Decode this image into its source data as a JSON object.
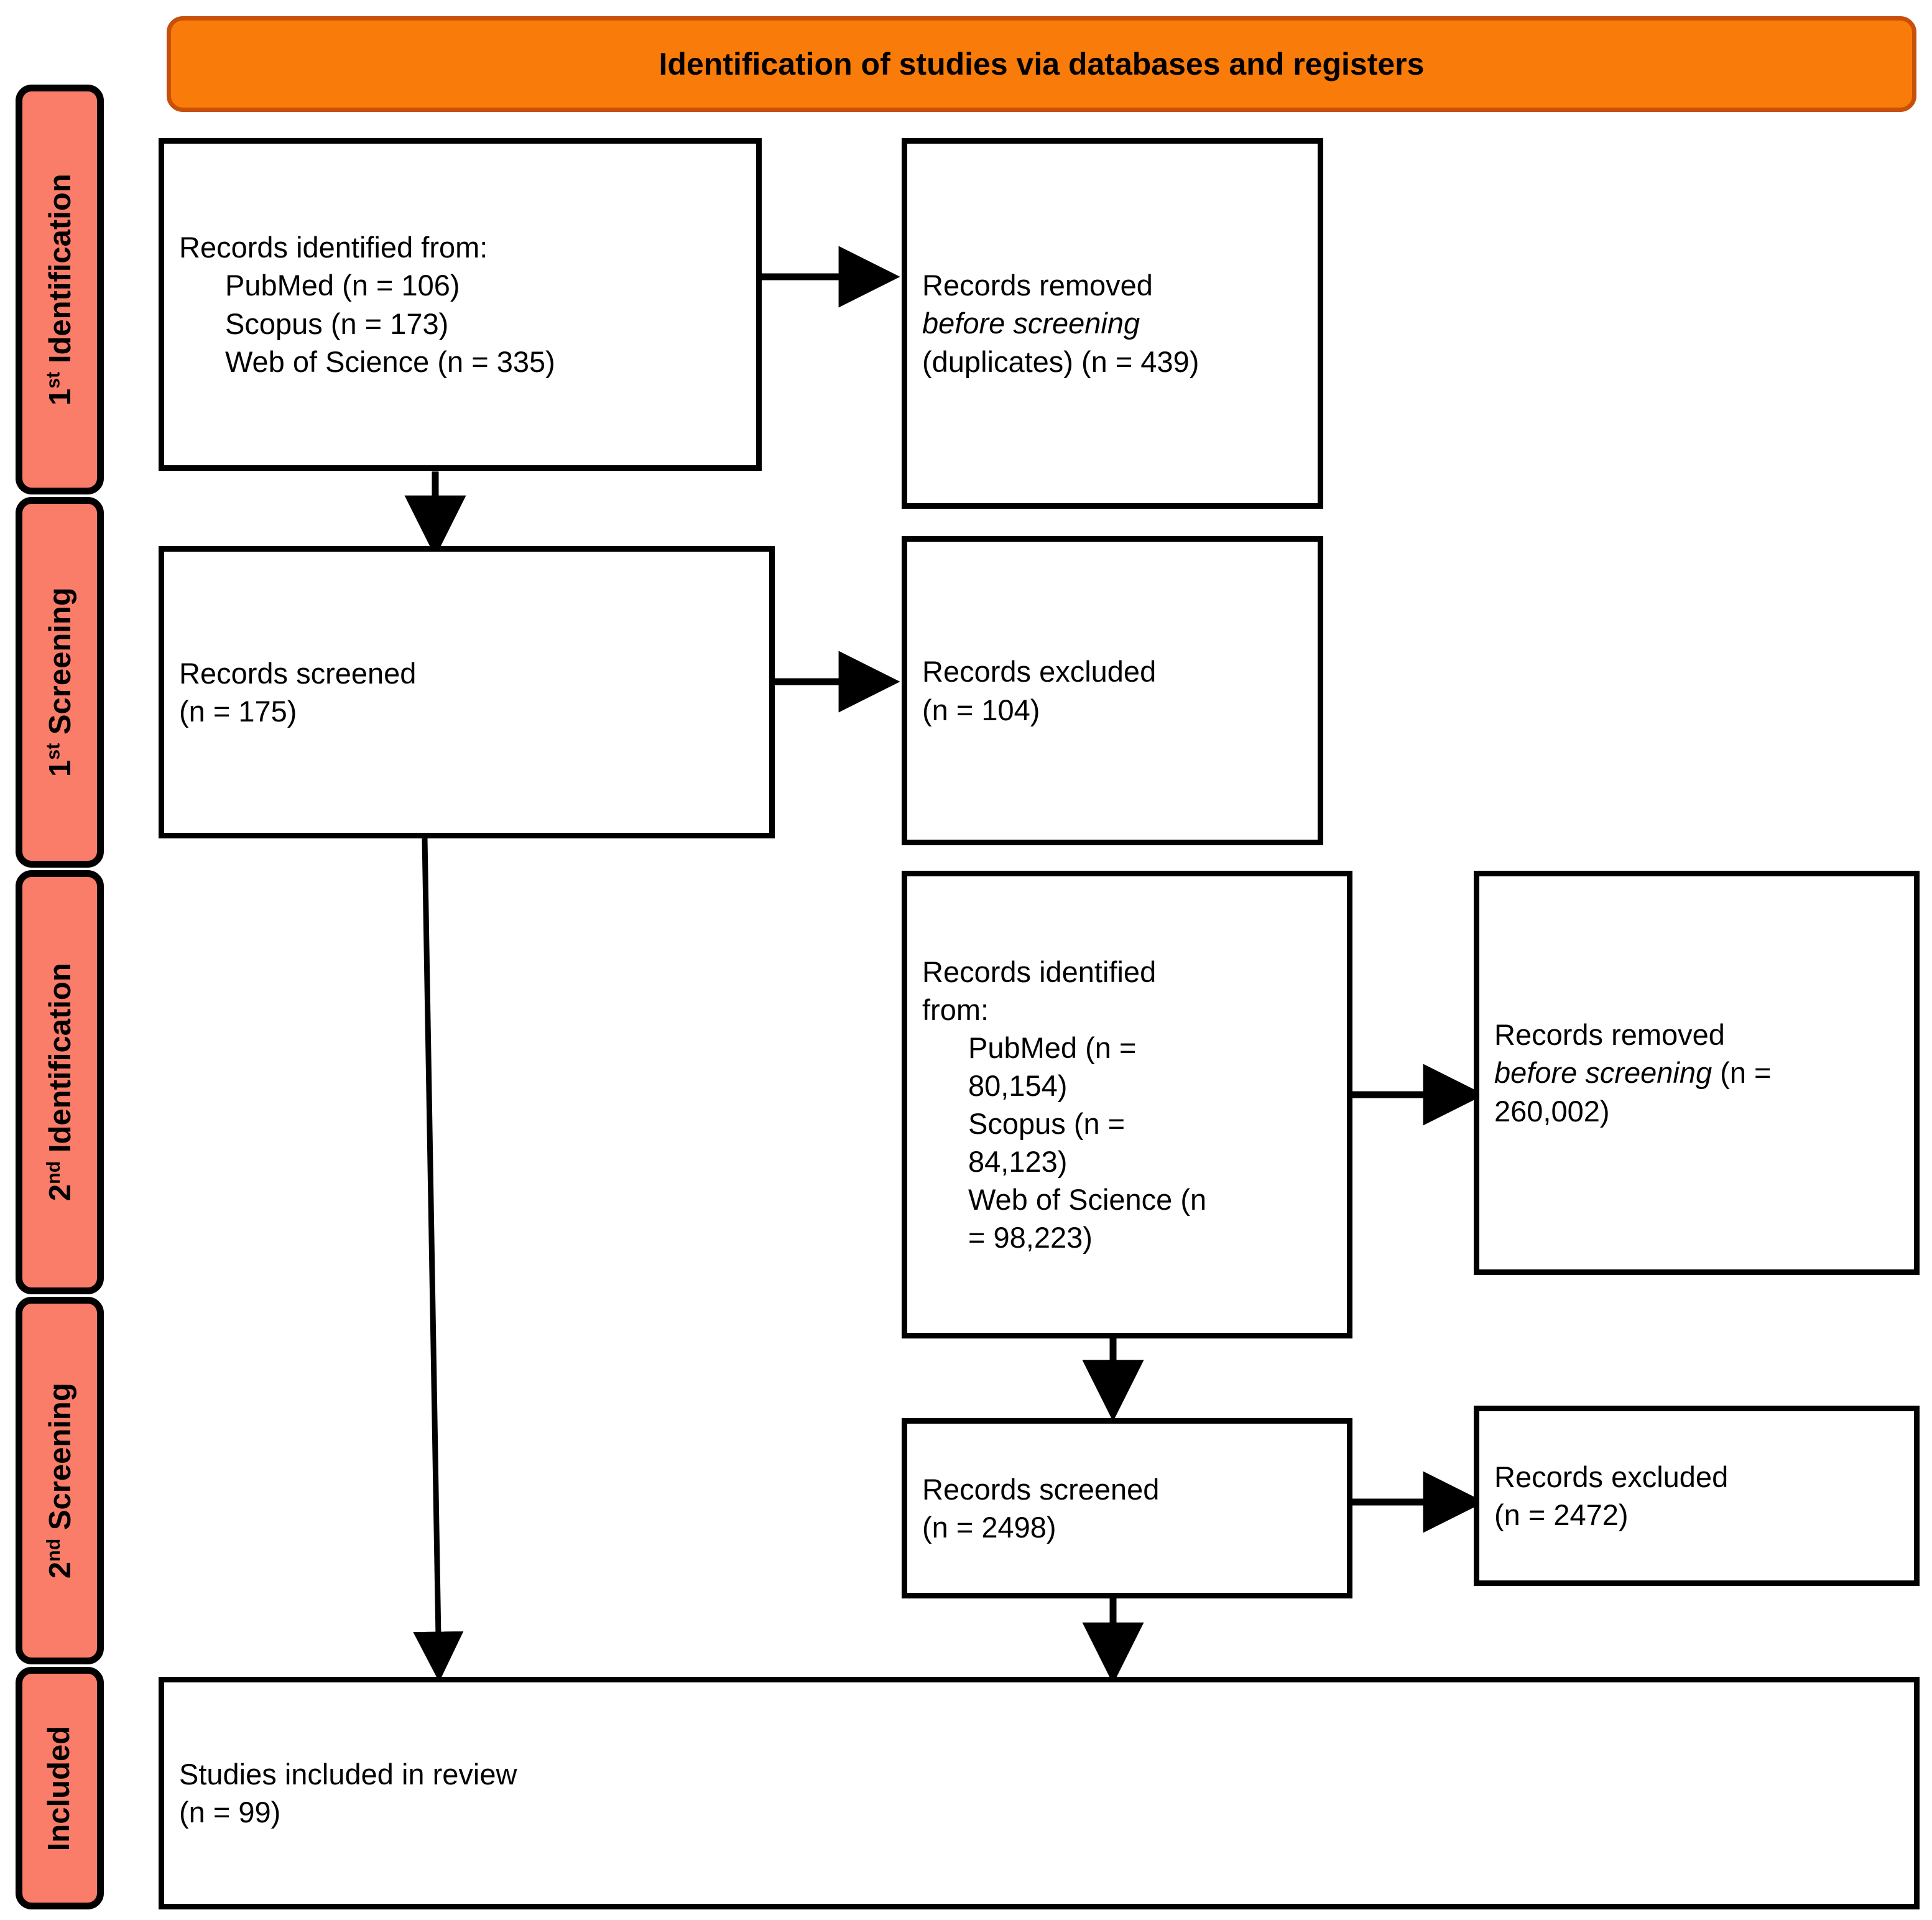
{
  "banner": {
    "title": "Identification of studies via databases and registers",
    "fill_color": "#F97C0A",
    "border_color": "#C8500A"
  },
  "stages": [
    {
      "id": "stage-1st-identification",
      "ordinal": "1",
      "suffix": "st",
      "name": " Identification",
      "label": "1st Identification"
    },
    {
      "id": "stage-1st-screening",
      "ordinal": "1",
      "suffix": "st",
      "name": " Screening",
      "label": "1st Screening"
    },
    {
      "id": "stage-2nd-identification",
      "ordinal": "2",
      "suffix": "nd",
      "name": " Identification",
      "label": "2nd Identification"
    },
    {
      "id": "stage-2nd-screening",
      "ordinal": "2",
      "suffix": "nd",
      "name": " Screening",
      "label": "2nd Screening"
    },
    {
      "id": "stage-included",
      "ordinal": "",
      "suffix": "",
      "name": "Included",
      "label": "Included"
    }
  ],
  "pill_color": "#FA7D69",
  "boxes": {
    "records_identified_1": {
      "title": "Records identified from:",
      "sources": [
        {
          "name": "PubMed",
          "n": "106",
          "line": "PubMed (n = 106)"
        },
        {
          "name": "Scopus",
          "n": "173",
          "line": "Scopus (n = 173)"
        },
        {
          "name": "Web of Science",
          "n": "335",
          "line": "Web of Science (n = 335)"
        }
      ]
    },
    "records_removed_1": {
      "line1": "Records removed",
      "line2_italic": "before screening",
      "line3": "(duplicates) (n = 439)",
      "n": "439"
    },
    "records_screened_1": {
      "line1": "Records screened",
      "line2": "(n = 175)",
      "n": "175"
    },
    "records_excluded_1": {
      "line1": "Records excluded",
      "line2": "(n = 104)",
      "n": "104"
    },
    "records_identified_2": {
      "title_line1": "Records identified",
      "title_line2": "from:",
      "sources": [
        {
          "name": "PubMed",
          "n": "80,154",
          "line1": "PubMed (n =",
          "line2": "80,154)"
        },
        {
          "name": "Scopus",
          "n": "84,123",
          "line1": "Scopus (n =",
          "line2": "84,123)"
        },
        {
          "name": "Web of Science",
          "n": "98,223",
          "line1": "Web of Science (n",
          "line2": "= 98,223)"
        }
      ]
    },
    "records_removed_2": {
      "line1": "Records removed",
      "line2_italic": "before screening",
      "line2_tail": " (n =",
      "line3": "260,002)",
      "n": "260,002"
    },
    "records_screened_2": {
      "line1": "Records screened",
      "line2": "(n = 2498)",
      "n": "2498"
    },
    "records_excluded_2": {
      "line1": "Records excluded",
      "line2": "(n = 2472)",
      "n": "2472"
    },
    "studies_included": {
      "line1": "Studies included in review",
      "line2": "(n = 99)",
      "n": "99"
    }
  }
}
